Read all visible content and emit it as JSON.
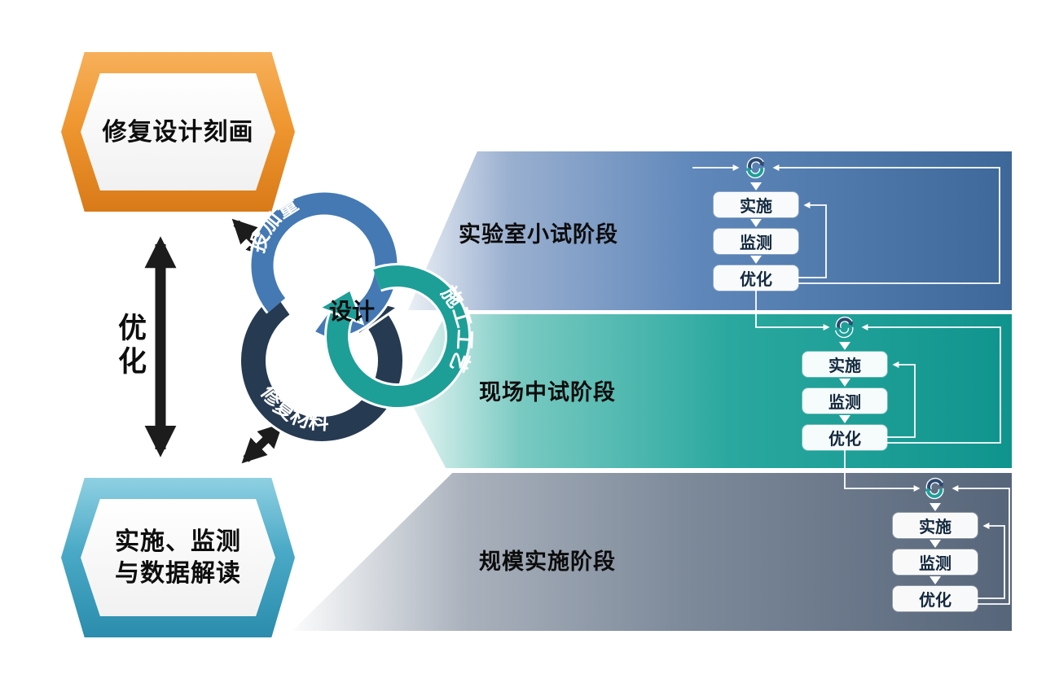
{
  "left_column": {
    "top_box": {
      "label": "修复设计刻画"
    },
    "bottom_box": {
      "line1": "实施、监测",
      "line2": "与数据解读"
    },
    "optimize_label": "优化"
  },
  "design_cycle": {
    "center_label": "设计",
    "rings": [
      {
        "label": "投加量",
        "color": "#4479B4"
      },
      {
        "label": "施工工艺",
        "color": "#1D9F98"
      },
      {
        "label": "修复材料",
        "color": "#263A52"
      }
    ]
  },
  "stages": [
    {
      "name": "实验室小试阶段",
      "color": "#4B79B2",
      "steps": [
        "实施",
        "监测",
        "优化"
      ]
    },
    {
      "name": "现场中试阶段",
      "color": "#17A099",
      "steps": [
        "实施",
        "监测",
        "优化"
      ]
    },
    {
      "name": "规模实施阶段",
      "color": "#667486",
      "steps": [
        "实施",
        "监测",
        "优化"
      ]
    }
  ],
  "colors": {
    "orange_box": "#EF9630",
    "teal_box": "#4AA9C6",
    "arrow_black": "#1C1C1C",
    "band_blue": "#3D6899",
    "band_teal": "#0F948D",
    "band_gray": "#57657A"
  }
}
